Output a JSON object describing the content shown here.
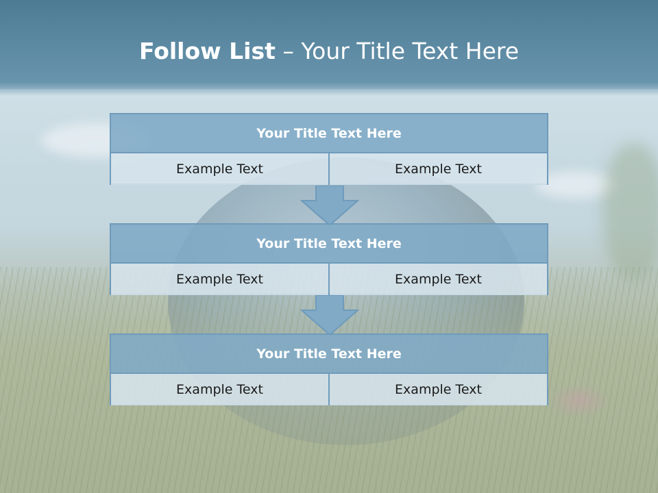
{
  "slide": {
    "title_bold": "Follow List",
    "title_rest": " – Your Title Text Here"
  },
  "blocks": [
    {
      "title": "Your Title Text Here",
      "left": "Example Text",
      "right": "Example Text"
    },
    {
      "title": "Your Title Text Here",
      "left": "Example Text",
      "right": "Example Text"
    },
    {
      "title": "Your Title Text Here",
      "left": "Example Text",
      "right": "Example Text"
    }
  ],
  "colors": {
    "header_fill": "#80aac6",
    "cell_fill": "#d6e4ec",
    "border": "#6f9bbb",
    "title_text": "#ffffff"
  }
}
